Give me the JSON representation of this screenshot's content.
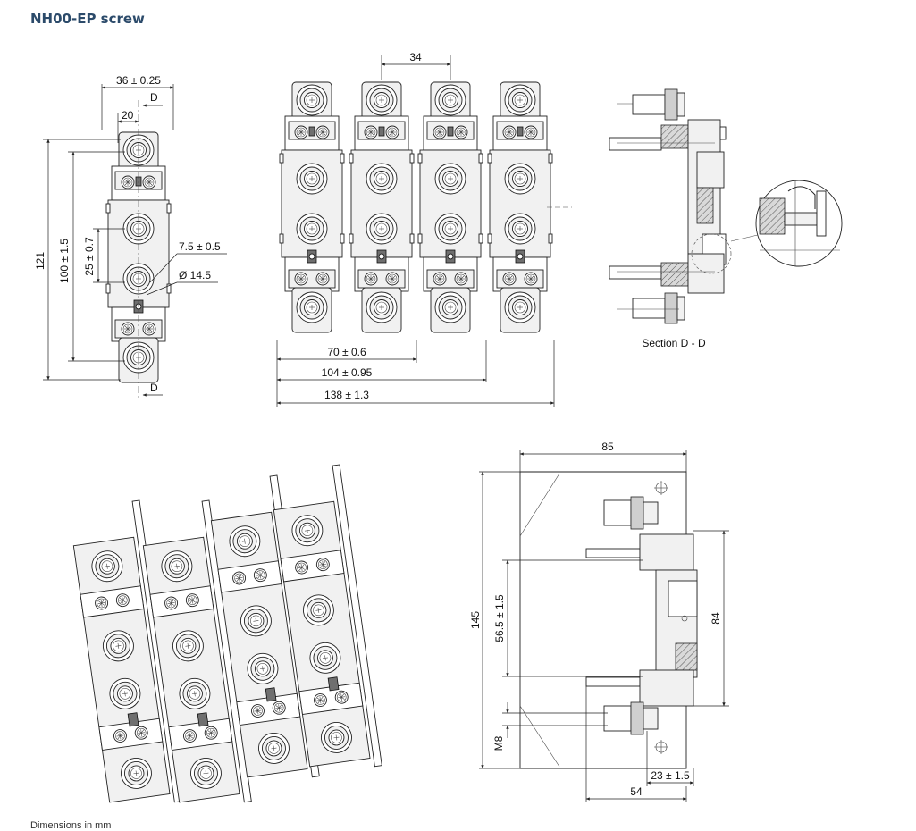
{
  "title": "NH00-EP screw",
  "footnote": "Dimensions in mm",
  "front_view": {
    "dim_width": "36 ± 0.25",
    "dim_d_top": "D",
    "dim_inner": "20",
    "dim_height_total": "121",
    "dim_height_mid": "100 ± 1.5",
    "dim_pitch": "25 ± 0.7",
    "dim_hole": "7.5 ± 0.5",
    "dim_dia": "Ø 14.5",
    "dim_d_bottom": "D"
  },
  "group_view": {
    "dim_pitch": "34",
    "dim_w2": "70 ± 0.6",
    "dim_w3": "104 ± 0.95",
    "dim_w4": "138 ± 1.3"
  },
  "section_view": {
    "caption": "Section D - D"
  },
  "side_view": {
    "dim_depth": "85",
    "dim_height": "145",
    "dim_mount": "56.5 ± 1.5",
    "dim_right": "84",
    "dim_thread": "M8",
    "dim_bolt": "23 ± 1.5",
    "dim_base": "54"
  }
}
